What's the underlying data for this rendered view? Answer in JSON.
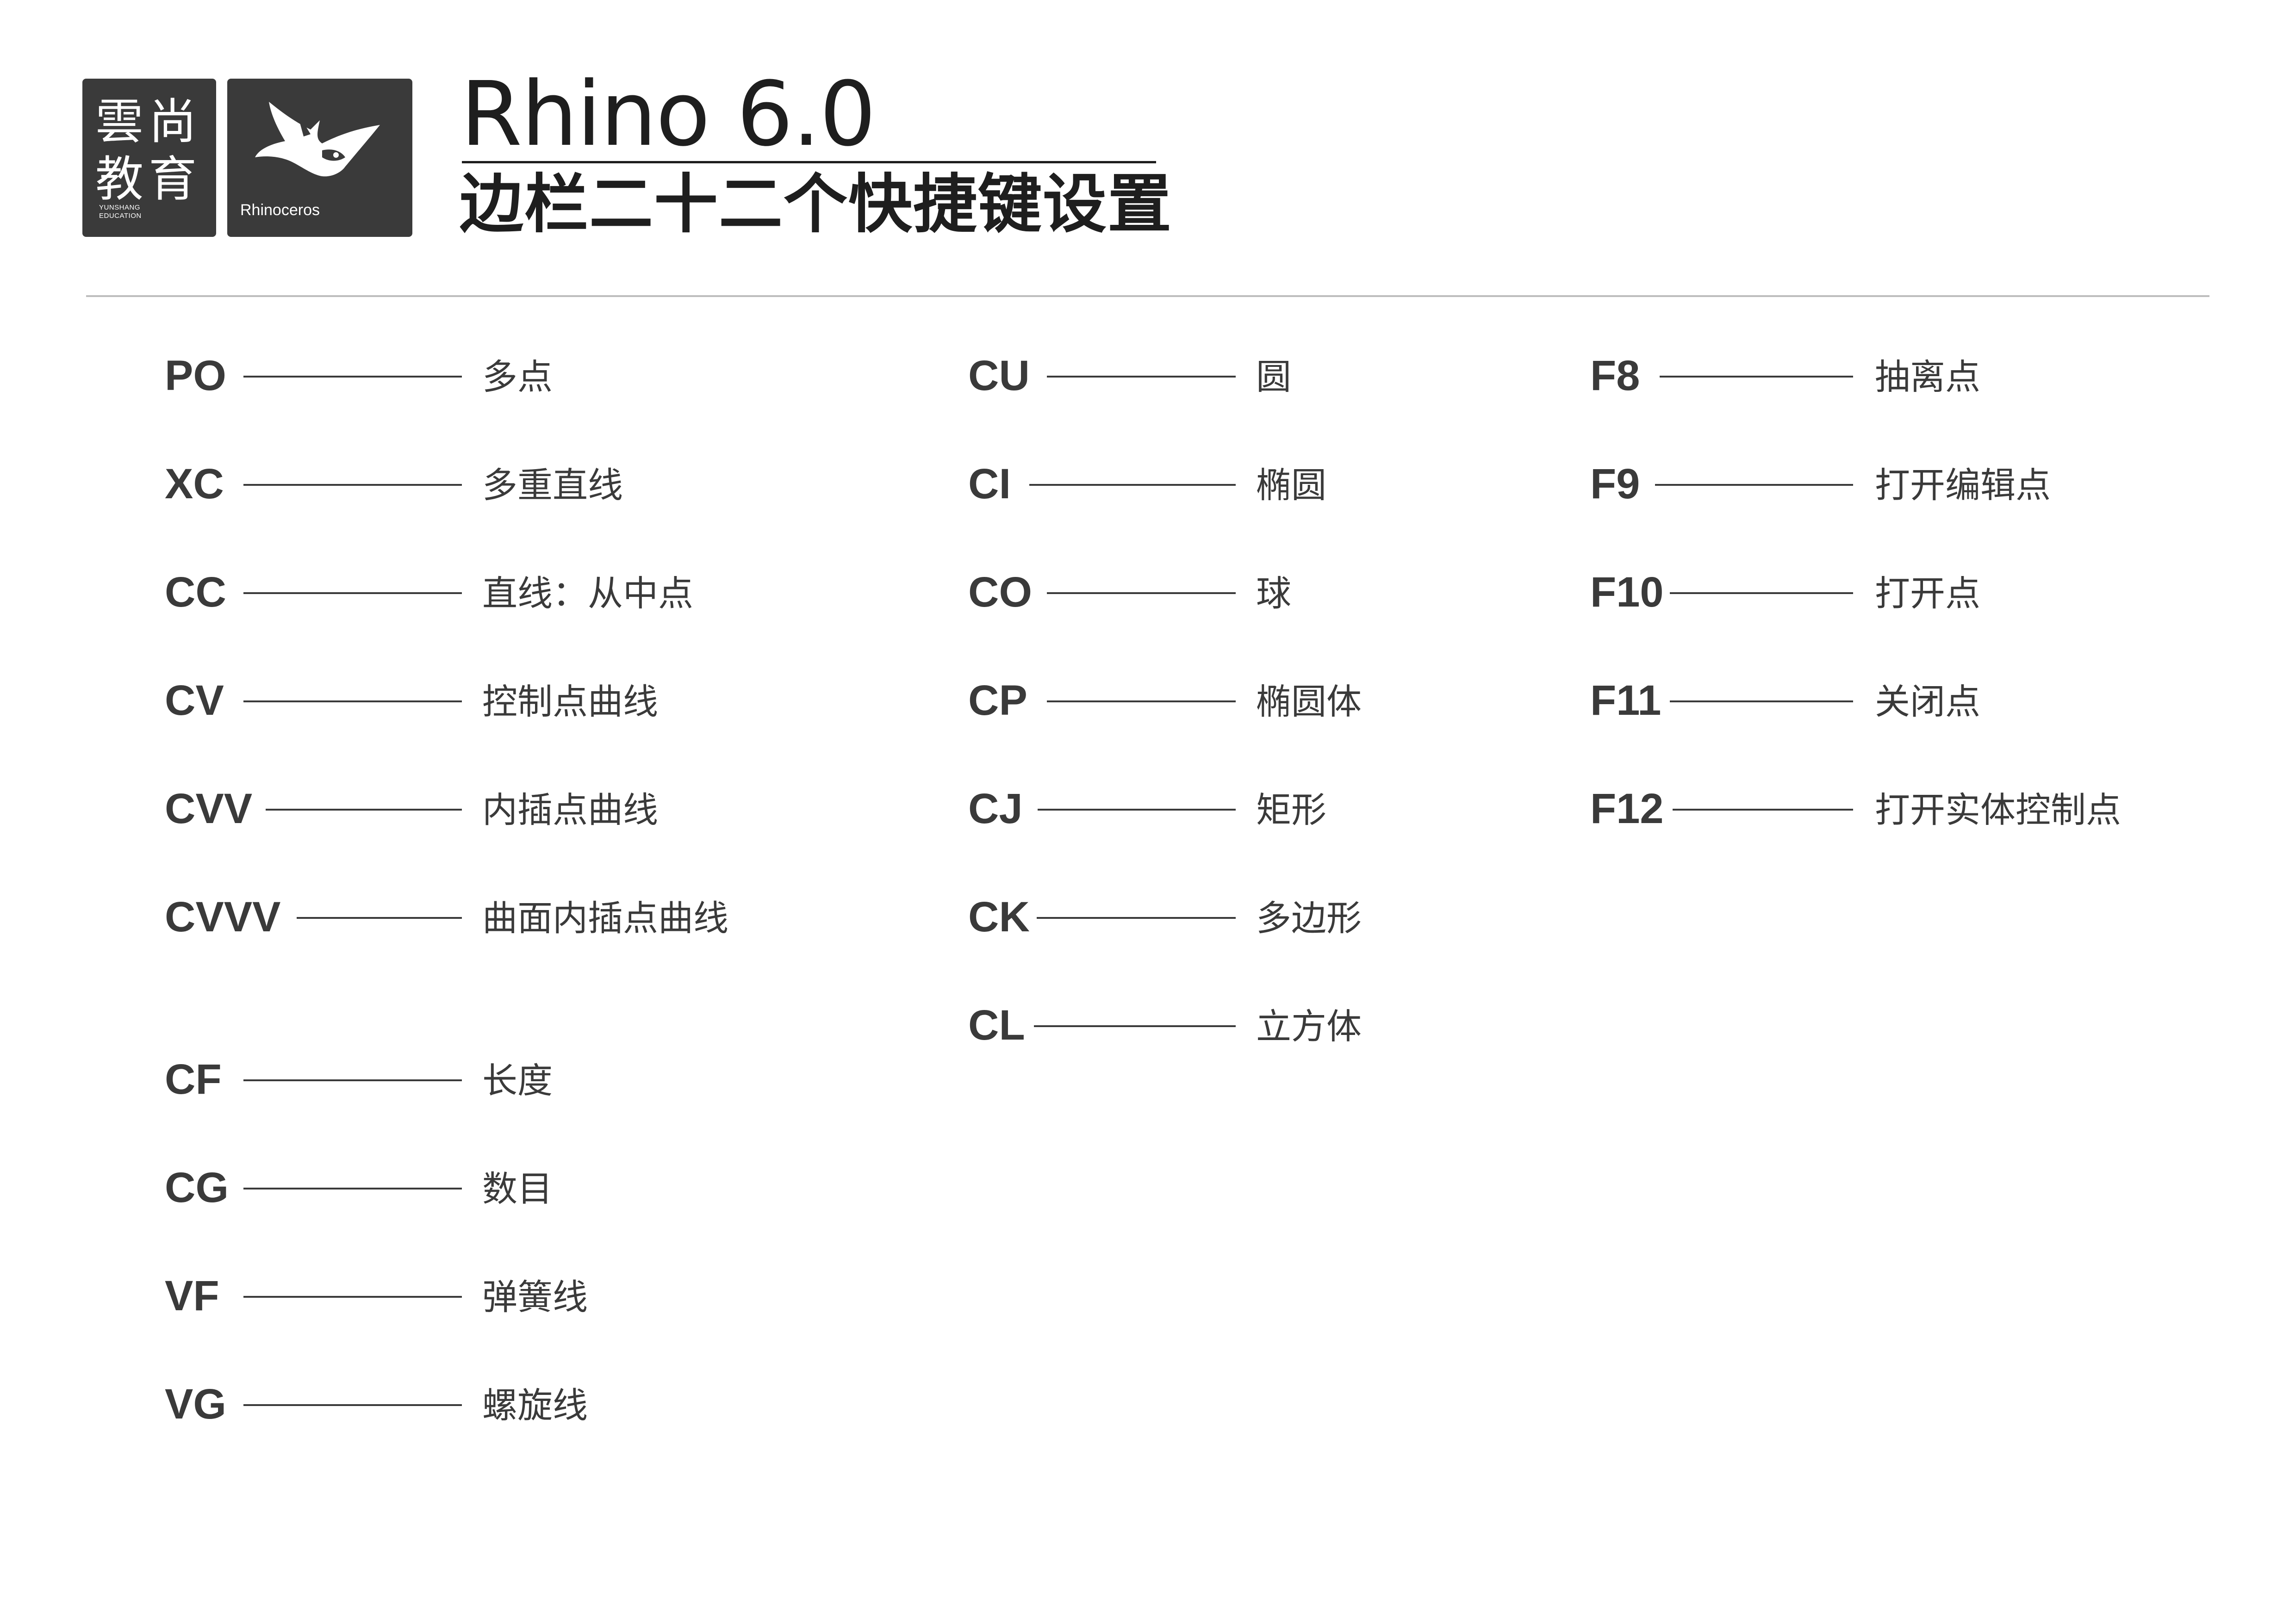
{
  "header": {
    "logo_yunshang": {
      "chars": [
        "雲",
        "尚",
        "教",
        "育"
      ],
      "en_line1": "YUNSHANG",
      "en_line2": "EDUCATION"
    },
    "logo_rhino": {
      "label": "Rhinoceros"
    },
    "title": "Rhino 6.0",
    "subtitle": "边栏二十二个快捷键设置"
  },
  "columns": [
    {
      "items": [
        {
          "key": "PO",
          "desc": "多点"
        },
        {
          "key": "XC",
          "desc": "多重直线"
        },
        {
          "key": "CC",
          "desc": "直线：从中点"
        },
        {
          "key": "CV",
          "desc": "控制点曲线"
        },
        {
          "key": "CVV",
          "desc": "内插点曲线"
        },
        {
          "key": "CVVV",
          "desc": "曲面内插点曲线"
        },
        {
          "key": "CF",
          "desc": "长度"
        },
        {
          "key": "CG",
          "desc": "数目"
        },
        {
          "key": "VF",
          "desc": "弹簧线"
        },
        {
          "key": "VG",
          "desc": "螺旋线"
        }
      ]
    },
    {
      "items": [
        {
          "key": "CU",
          "desc": "圆"
        },
        {
          "key": "CI",
          "desc": "椭圆"
        },
        {
          "key": "CO",
          "desc": "球"
        },
        {
          "key": "CP",
          "desc": "椭圆体"
        },
        {
          "key": "CJ",
          "desc": "矩形"
        },
        {
          "key": "CK",
          "desc": "多边形"
        },
        {
          "key": "CL",
          "desc": "立方体"
        }
      ]
    },
    {
      "items": [
        {
          "key": "F8",
          "desc": "抽离点"
        },
        {
          "key": "F9",
          "desc": "打开编辑点"
        },
        {
          "key": "F10",
          "desc": "打开点"
        },
        {
          "key": "F11",
          "desc": "关闭点"
        },
        {
          "key": "F12",
          "desc": "打开实体控制点"
        }
      ]
    }
  ]
}
